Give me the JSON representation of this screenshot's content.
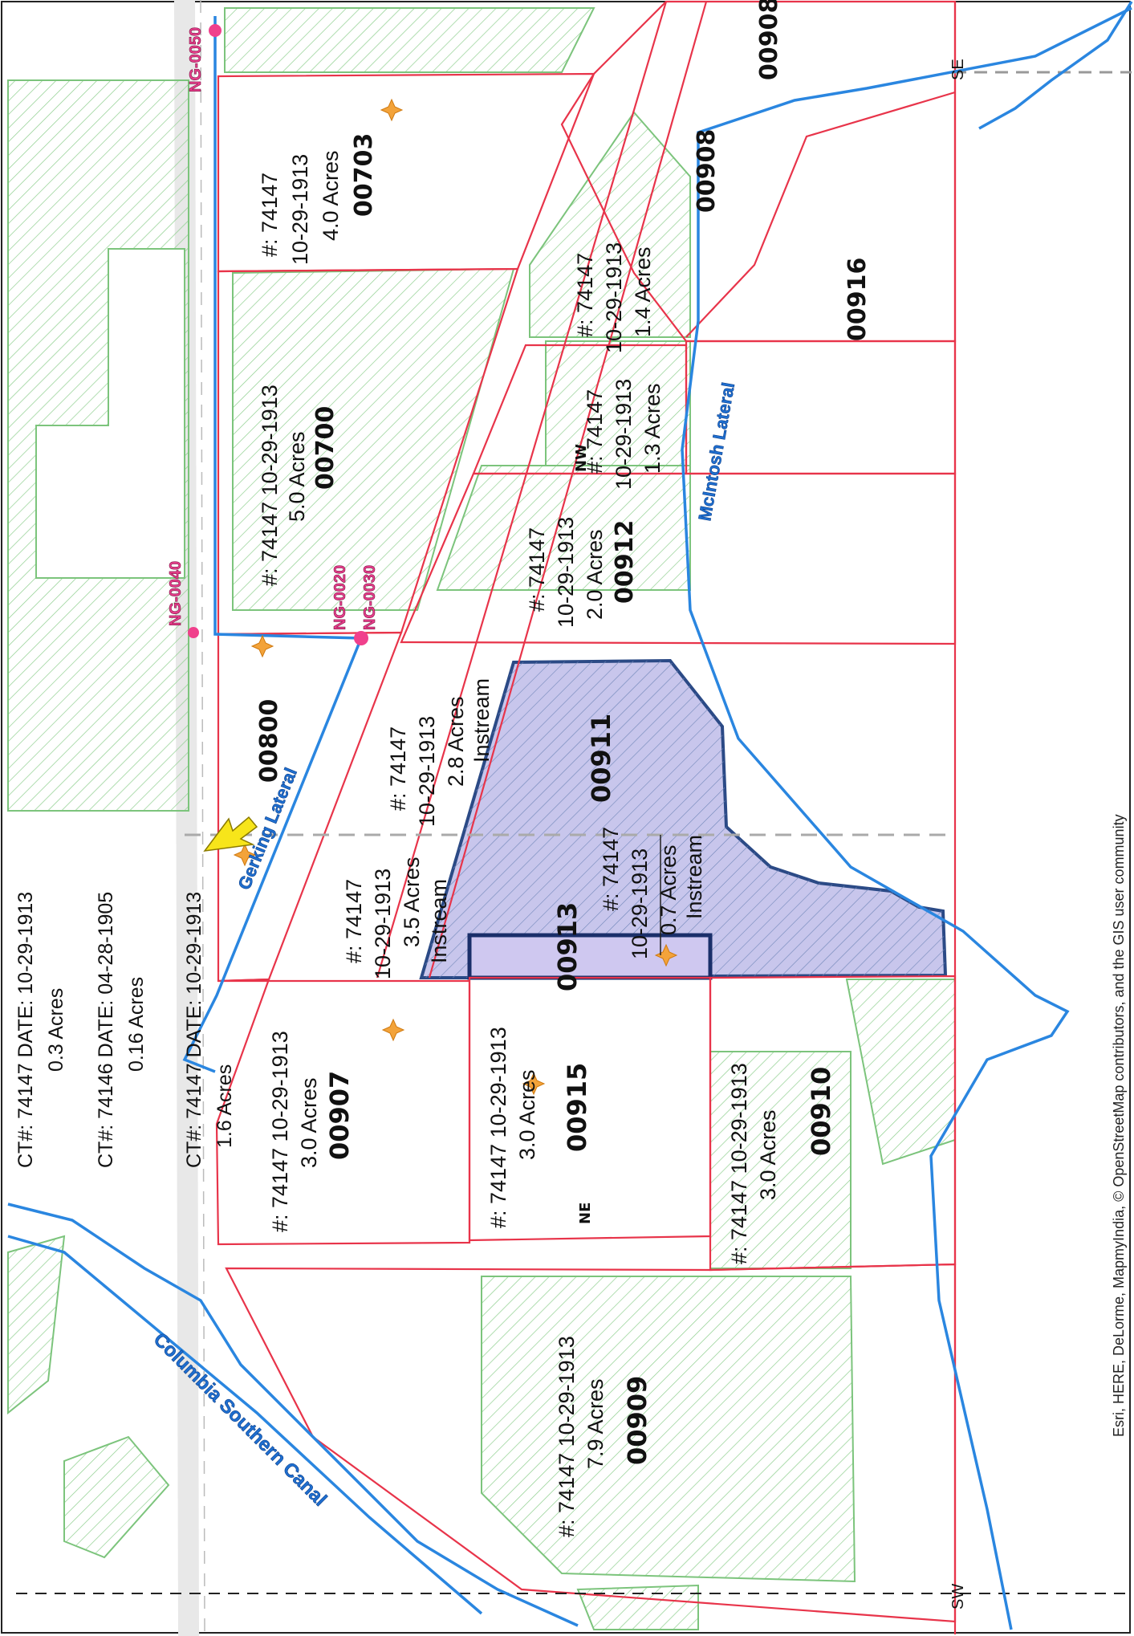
{
  "credits": "Esri, HERE, DeLorme, MapmyIndia, © OpenStreetMap contributors, and the GIS user community",
  "ct_records": {
    "ct1_line1": "CT#: 74147  DATE: 10-29-1913",
    "ct1_line2": "0.3 Acres",
    "ct2_line1": "CT#: 74146  DATE: 04-28-1905",
    "ct2_line2": "0.16 Acres",
    "ct3_line1": "CT#: 74147  DATE: 10-29-1913",
    "ct3_line2": "1.6 Acres"
  },
  "canals": {
    "columbia_southern": "Columbia Southern Canal",
    "gerking": "Gerking Lateral",
    "mcintosh": "McIntosh Lateral"
  },
  "ng_points": {
    "ng0050": "NG-0050",
    "ng0040": "NG-0040",
    "ng0020": "NG-0020",
    "ng0030": "NG-0030"
  },
  "section_markers": {
    "se": "SE",
    "sw": "SW",
    "nw": "NW",
    "ne": "NE"
  },
  "parcels": {
    "p00703": {
      "id": "00703",
      "l1": "#: 74147",
      "l2": "10-29-1913",
      "l3": "4.0 Acres"
    },
    "p00700": {
      "id": "00700",
      "l1": "#: 74147  10-29-1913",
      "l2": "5.0 Acres"
    },
    "p00800": {
      "id": "00800"
    },
    "p00912a": {
      "l1": "#: 74147",
      "l2": "10-29-1913",
      "l3": "1.4 Acres"
    },
    "p00912b": {
      "l1": "#: 74147",
      "l2": "10-29-1913",
      "l3": "1.3 Acres"
    },
    "p00912": {
      "id": "00912",
      "l1": "#: 74147",
      "l2": "10-29-1913",
      "l3": "2.0 Acres"
    },
    "p00908": {
      "id": "00908"
    },
    "p00908b": {
      "id": "00908"
    },
    "p00916": {
      "id": "00916"
    },
    "p00911": {
      "id": "00911",
      "l1": "#: 74147",
      "l2": "10-29-1913",
      "l3": "2.8 Acres",
      "l4": "Instream"
    },
    "p00911b": {
      "l1": "#: 74147",
      "l2": "10-29-1913",
      "l3": "0.7 Acres",
      "l4": "Instream"
    },
    "p00913": {
      "id": "00913",
      "l1": "#: 74147",
      "l2": "10-29-1913",
      "l3": "3.5 Acres",
      "l4": "Instream"
    },
    "p00907": {
      "id": "00907",
      "l1": "#: 74147  10-29-1913",
      "l2": "3.0 Acres"
    },
    "p00915": {
      "id": "00915",
      "l1": "#: 74147  10-29-1913",
      "l2": "3.0 Acres"
    },
    "p00910": {
      "id": "00910",
      "l1": "#: 74147  10-29-1913",
      "l2": "3.0 Acres"
    },
    "p00909": {
      "id": "00909",
      "l1": "#: 74147  10-29-1913",
      "l2": "7.9 Acres"
    }
  },
  "colors": {
    "parcel_boundary": "#e8344a",
    "canal": "#2a86e0",
    "irrigated_hatch": "#7cc47c",
    "instream_fill": "#c8c6ec",
    "instream_border": "#2b4a86",
    "ng_point": "#f0408c",
    "pod_marker": "#f3a33a"
  }
}
